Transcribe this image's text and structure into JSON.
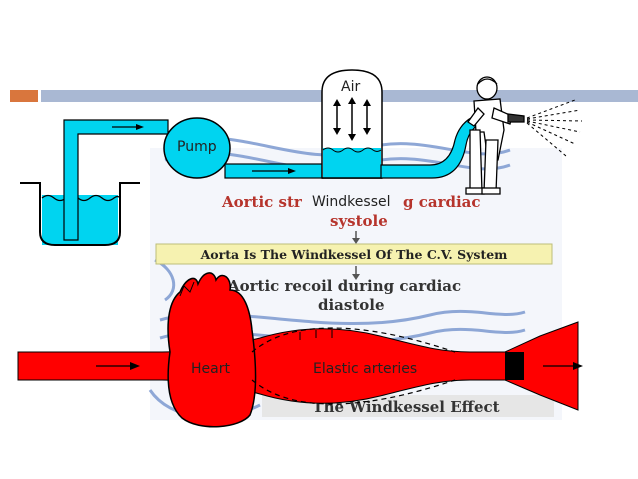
{
  "slide": {
    "header_bar_colors": {
      "accent": "#d9763d",
      "bar": "#a9b8d3"
    }
  },
  "diagram": {
    "labels": {
      "air": "Air",
      "pump": "Pump",
      "windkessel": "Windkessel",
      "heart": "Heart",
      "elastic_arteries": "Elastic arteries"
    },
    "figure_text": {
      "line1_part_a": "Aortic str",
      "line1_part_b": "g cardiac",
      "line2": "systole",
      "banner": "Aorta Is The Windkessel Of The C.V. System",
      "recoil_line1": "Aortic recoil during cardiac",
      "recoil_line2": "diastole",
      "effect_title": "The Windkessel Effect"
    },
    "colors": {
      "water": "#00d4f0",
      "vessel_red": "#ff0000",
      "banner_fill": "#f6f2b0",
      "background_vessel": "#8ea7d6"
    }
  }
}
